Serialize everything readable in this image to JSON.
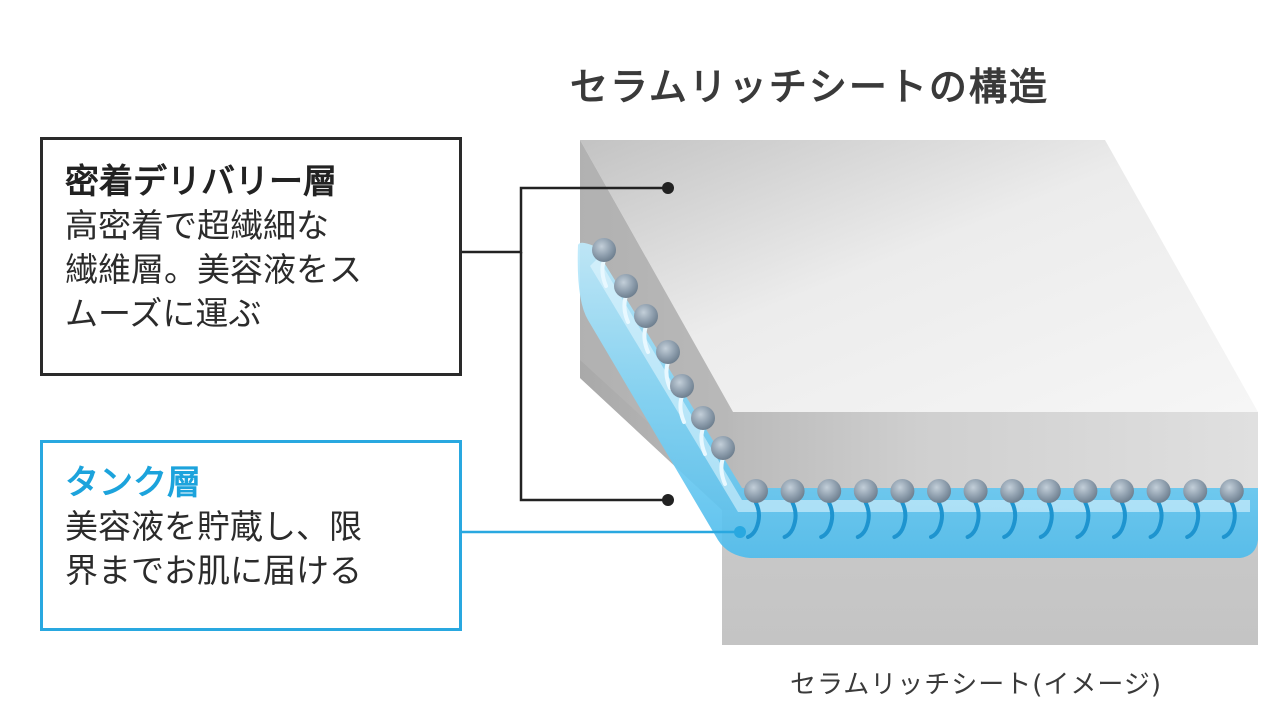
{
  "title": "セラムリッチシートの構造",
  "callouts": {
    "delivery": {
      "heading": "密着デリバリー層",
      "lines": [
        "高密着で超繊細な",
        "繊維層。美容液をス",
        "ムーズに運ぶ"
      ]
    },
    "tank": {
      "heading": "タンク層",
      "lines": [
        "美容液を貯蔵し、限",
        "界までお肌に届ける"
      ]
    }
  },
  "caption": "セラムリッチシート(イメージ)",
  "colors": {
    "tank_border": "#29a8e0",
    "tank_heading": "#1ca3dc",
    "delivery_border": "#2a2a2a",
    "sheet_gray": "#c9c9c9",
    "gel_blue": "#7fd3f5",
    "bead": "#8f9fae"
  }
}
